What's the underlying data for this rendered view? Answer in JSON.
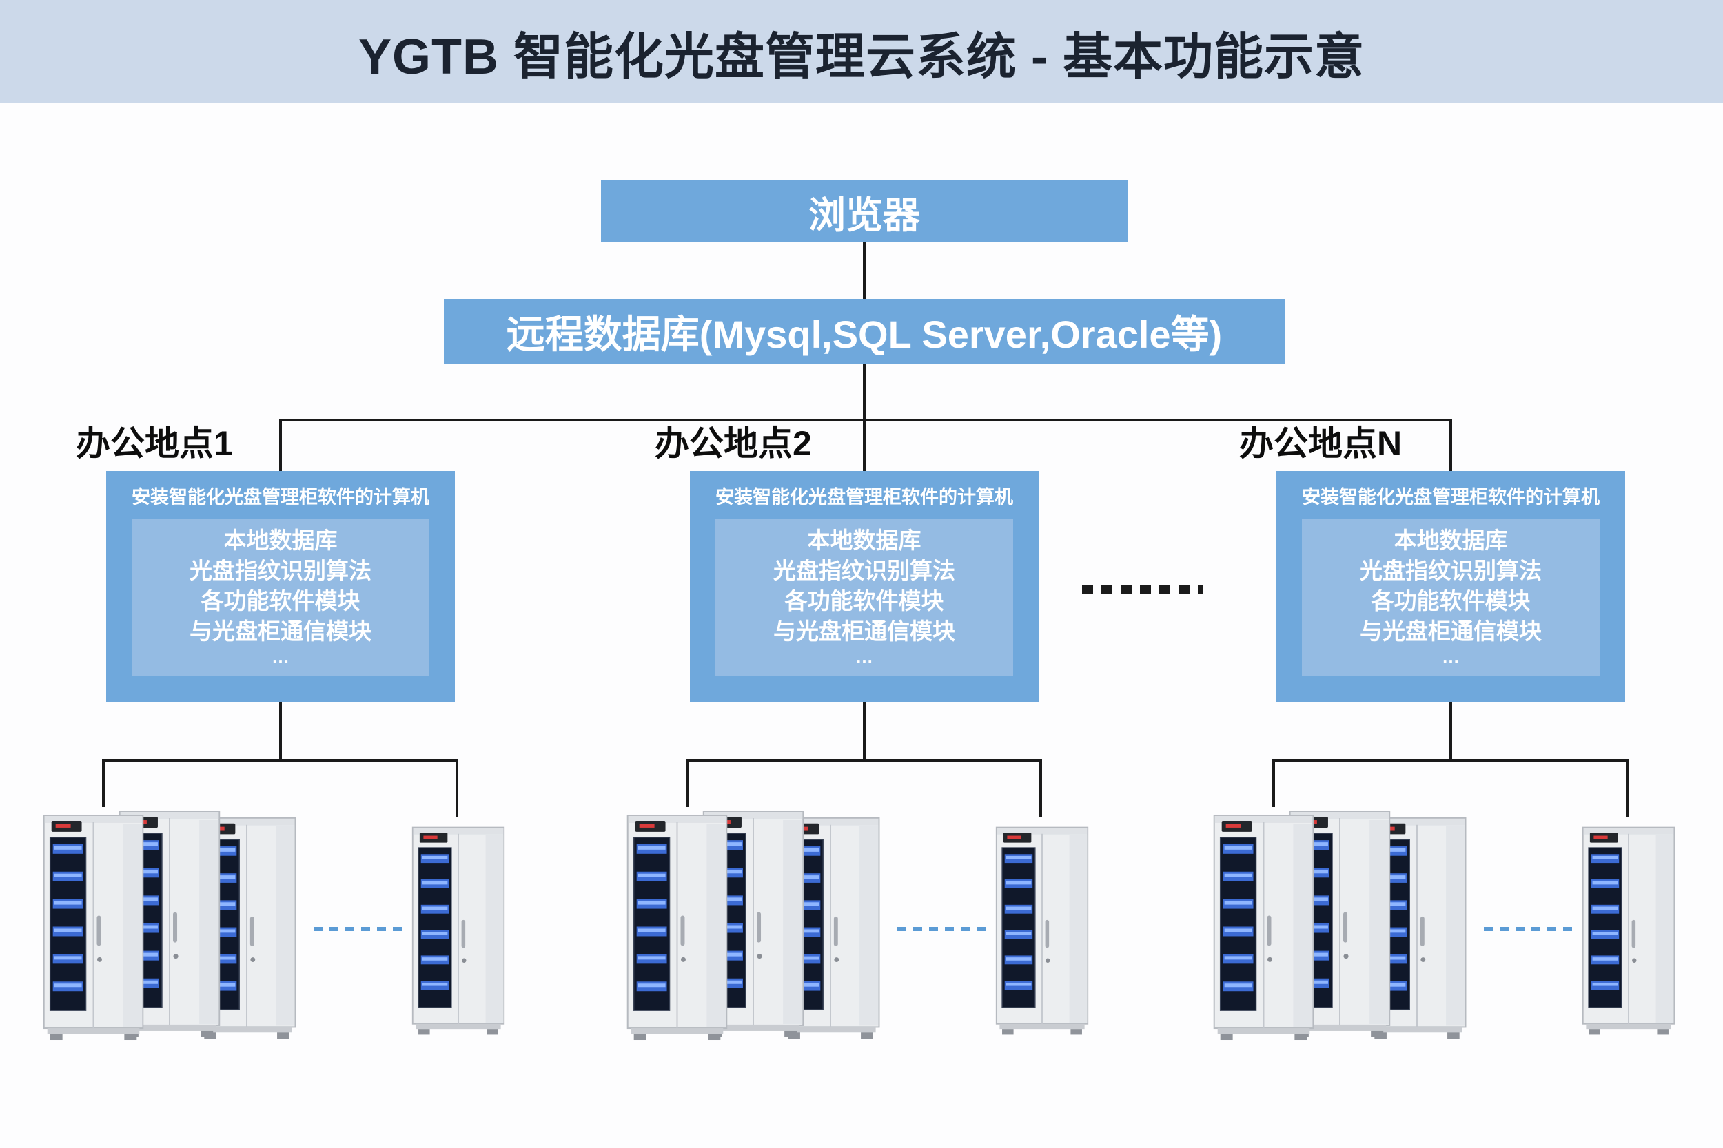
{
  "header": {
    "title": "YGTB 智能化光盘管理云系统 - 基本功能示意"
  },
  "colors": {
    "header_bg": "#ccd9ea",
    "node_blue": "#6fa8dc",
    "inner_blue": "#94bbe3",
    "line_black": "#1a1a1a",
    "dash_blue": "#5b9bd5"
  },
  "diagram": {
    "browser_label": "浏览器",
    "remote_db_label": "远程数据库(Mysql,SQL Server,Oracle等)",
    "sites": [
      {
        "label": "办公地点1",
        "computer_title": "安装智能化光盘管理柜软件的计算机",
        "modules": [
          "本地数据库",
          "光盘指纹识别算法",
          "各功能软件模块",
          "与光盘柜通信模块",
          "…"
        ]
      },
      {
        "label": "办公地点2",
        "computer_title": "安装智能化光盘管理柜软件的计算机",
        "modules": [
          "本地数据库",
          "光盘指纹识别算法",
          "各功能软件模块",
          "与光盘柜通信模块",
          "…"
        ]
      },
      {
        "label": "办公地点N",
        "computer_title": "安装智能化光盘管理柜软件的计算机",
        "modules": [
          "本地数据库",
          "光盘指纹识别算法",
          "各功能软件模块",
          "与光盘柜通信模块",
          "…"
        ]
      }
    ]
  }
}
